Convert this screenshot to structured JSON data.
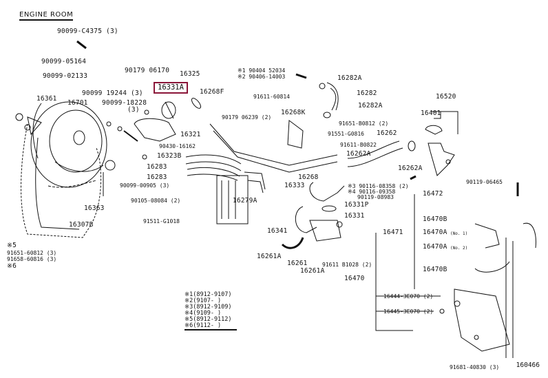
{
  "diagram": {
    "section_title": "ENGINE ROOM",
    "highlighted_part": "16331A",
    "highlight_color": "#8a1538",
    "figure_number": "160466",
    "callouts": {
      "p90099_C4375": "90099-C4375 (3)",
      "p90099_05164": "90099-05164",
      "p90099_02133": "90099-02133",
      "p16361": "16361",
      "p16701": "16701",
      "p90099_19244": "90099 19244 (3)",
      "p90099_18228": "90099-18228",
      "p90099_18228_qty": "(3)",
      "p90179_06170": "90179 06170",
      "p16325": "16325",
      "p16331A": "16331A",
      "p16268F": "16268F",
      "p16321": "16321",
      "p90430_16162": "90430-16162",
      "p16323B": "16323B",
      "p16283a": "16283",
      "p16283b": "16283",
      "p90099_00905": "90099-00905 (3)",
      "p90105_08084": "90105-08084 (2)",
      "p16279A": "16279A",
      "p91511_G1018": "91511-G1018",
      "p16363": "16363",
      "p16307B": "16307B",
      "note5": "※5",
      "p91651_60812": "91651-60812 (3)",
      "p91658_60816": "91658-60816 (3)",
      "note6": "※6",
      "p90404_52034": "※1 90404 52034",
      "p90406_14003": "※2 90406-14003",
      "p16282A_top": "16282A",
      "p16282": "16282",
      "p16282A_bot": "16282A",
      "p91611_60814": "91611-60814",
      "p90179_06239": "90179 06239 (2)",
      "p16268K": "16268K",
      "p91651_B0812": "91651-B0812 (2)",
      "p91551_G0816": "91551-G0816",
      "p91611_B0822": "91611-B0822",
      "p16262": "16262",
      "p16262A_mid": "16262A",
      "p16520": "16520",
      "p16401": "16401",
      "p16262A_right": "16262A",
      "p16268": "16268",
      "p16333": "16333",
      "p90116_08358": "※3 90116-08358 (2)",
      "p90116_09358": "※4 90116-09358",
      "p90119_08983": "90119-08983",
      "p16331P": "16331P",
      "p16331": "16331",
      "p16341": "16341",
      "p16261A_left": "16261A",
      "p16261": "16261",
      "p16261A_bot": "16261A",
      "p91611_B1028": "91611 B1028 (2)",
      "p90119_06465": "90119-06465",
      "p16472": "16472",
      "p16470B_top": "16470B",
      "p16471": "16471",
      "p16470A_no1": "16470A",
      "no1": "(No. 1)",
      "p16470A_no2": "16470A",
      "no2": "(No. 2)",
      "p16470B_bot": "16470B",
      "p16470": "16470",
      "p16444_3E070": "16444-3E070 (2)",
      "p16445_3E070": "16445-3E070 (2)",
      "p91681_40830": "91681-40830 (3)"
    },
    "legend": [
      "※1(8912-9107)",
      "※2(9107-    )",
      "※3(8912-9109)",
      "※4(9109-    )",
      "※5(8912-9112)",
      "※6(9112-    )"
    ]
  }
}
